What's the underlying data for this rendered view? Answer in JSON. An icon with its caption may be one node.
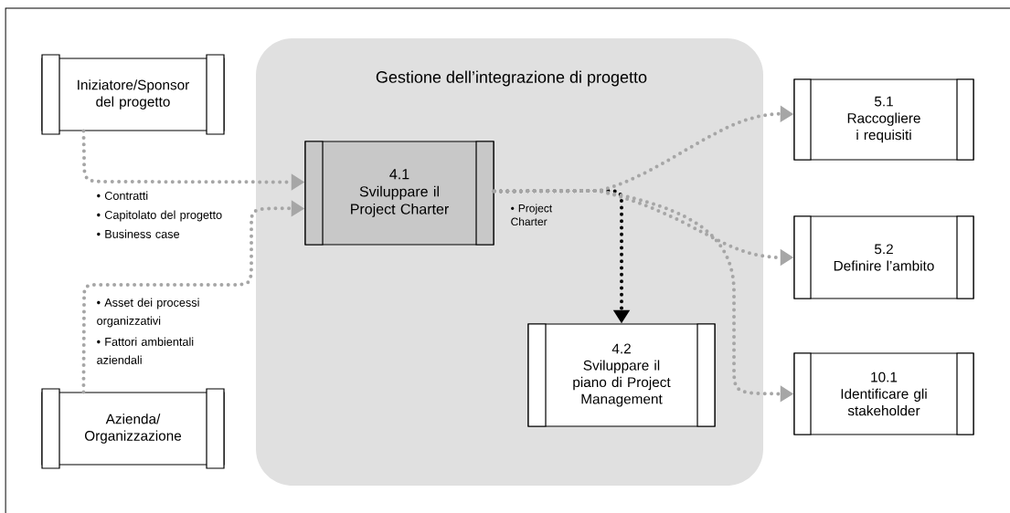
{
  "diagram": {
    "nodes": [
      {
        "text": [
          "Gestione dell’integrazione di progetto"
        ]
      },
      {
        "text": [
          "Iniziatore/Sponsor del progetto"
        ]
      },
      {
        "text": [
          "Azienda/ Organizzazione"
        ]
      },
      {
        "text": [
          "4.1",
          "Sviluppare il Project Charter"
        ],
        "in": 0
      },
      {
        "text": [
          "4.2",
          "Sviluppare il piano di Project Management"
        ],
        "in": 0
      },
      {
        "text": [
          "5.1",
          "Raccogliere i requisiti"
        ]
      },
      {
        "text": [
          "5.2",
          "Definire l’ambito"
        ]
      },
      {
        "text": [
          "10.1",
          "Identificare gli stakeholder"
        ]
      }
    ],
    "edges": [
      {
        "from": 1,
        "to": 3,
        "arrow": "to"
      },
      {
        "from": 2,
        "to": 3,
        "arrow": "to"
      },
      {
        "from": 3,
        "to": 4,
        "arrow": "to",
        "label": "• Project Charter",
        "color": "#000000"
      },
      {
        "from": 3,
        "to": 5,
        "arrow": "to"
      },
      {
        "from": 3,
        "to": 6,
        "arrow": "to"
      },
      {
        "from": 3,
        "to": 7,
        "arrow": "to"
      }
    ],
    "labels": [
      "• Contratti",
      "• Capitolato del progetto",
      "• Business case",
      "• Asset dei processi organizzativi",
      "• Fattori ambientali aziendali"
    ]
  }
}
